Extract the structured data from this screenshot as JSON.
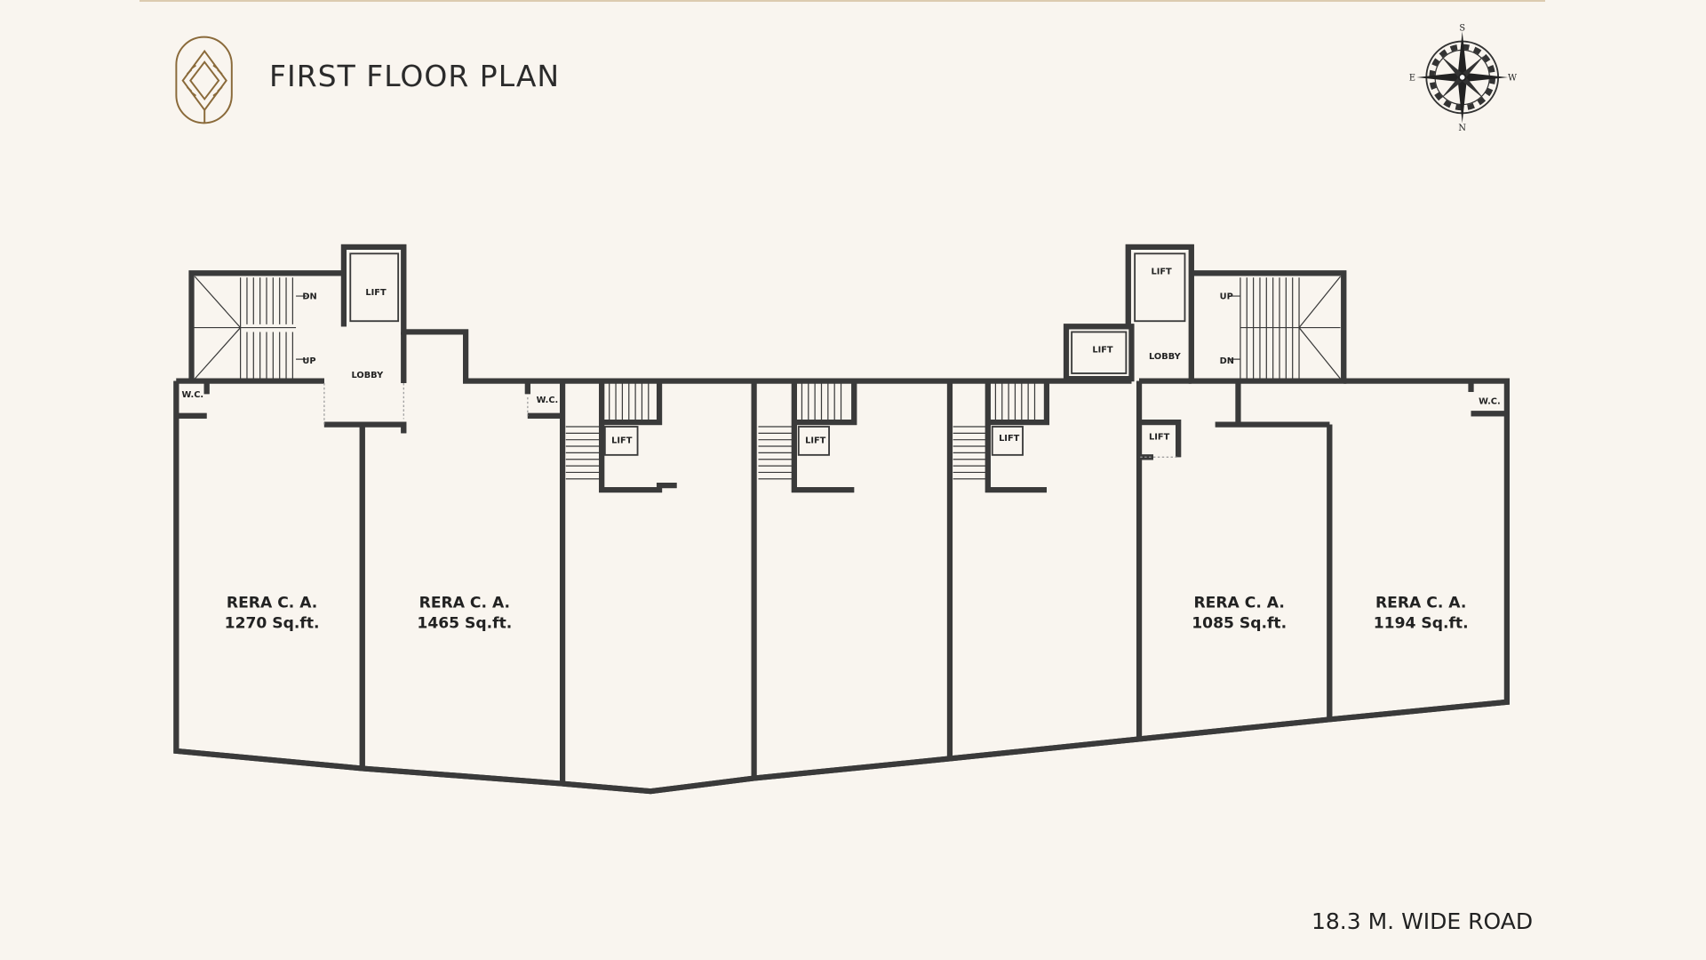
{
  "header": {
    "title": "FIRST FLOOR PLAN",
    "logo": "leaf-diamond-logo"
  },
  "compass": {
    "north": "N",
    "south": "S",
    "east": "E",
    "west": "W"
  },
  "rooms": {
    "lift": "LIFT",
    "lobby": "LOBBY",
    "wc": "W.C.",
    "up": "UP",
    "dn": "DN"
  },
  "units": [
    {
      "label": "RERA C. A.",
      "area": "1270 Sq.ft."
    },
    {
      "label": "RERA C. A.",
      "area": "1465 Sq.ft."
    },
    {
      "label": "RERA C. A.",
      "area": "1085 Sq.ft."
    },
    {
      "label": "RERA C. A.",
      "area": "1194 Sq.ft."
    }
  ],
  "footer": {
    "road": "18.3 M. WIDE ROAD"
  },
  "colors": {
    "background": "#f9f5ef",
    "logo": "#8a6a3a",
    "walls": "#3a3a3a"
  }
}
